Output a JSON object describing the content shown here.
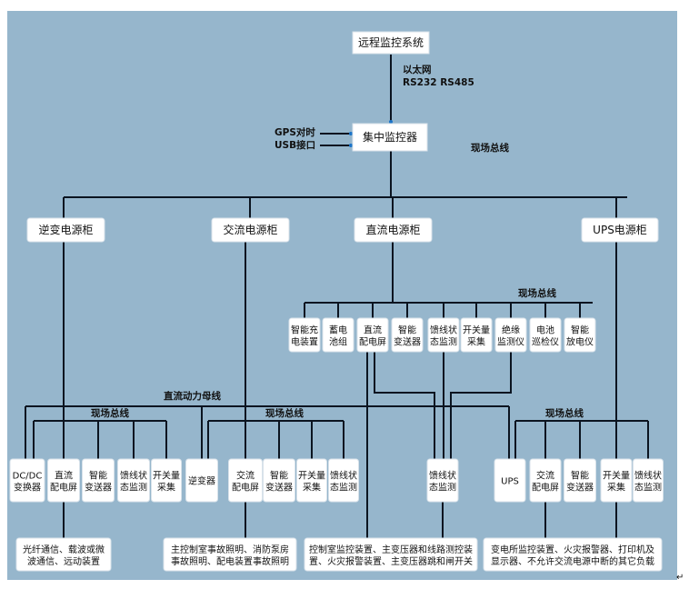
{
  "top": {
    "remote_system": "远程监控系统",
    "link_line1": "以太网",
    "link_line2": "RS232 RS485",
    "central_controller": "集中监控器",
    "gps": "GPS对时",
    "usb": "USB接口",
    "fieldbus_main": "现场总线"
  },
  "cabinets": [
    "逆变电源柜",
    "交流电源柜",
    "直流电源柜",
    "UPS电源柜"
  ],
  "dc_group": {
    "bus_label": "现场总线",
    "items": [
      [
        "智能充",
        "电装置"
      ],
      [
        "蓄电",
        "池组"
      ],
      [
        "直流",
        "配电屏"
      ],
      [
        "智能",
        "变送器"
      ],
      [
        "馈线状",
        "态监测"
      ],
      [
        "开关量",
        "采集"
      ],
      [
        "绝缘",
        "监测仪"
      ],
      [
        "电池",
        "巡检仪"
      ],
      [
        "智能",
        "放电仪"
      ]
    ]
  },
  "dc_power_bus": "直流动力母线",
  "lower": {
    "left_bus": "现场总线",
    "mid_bus": "现场总线",
    "right_bus": "现场总线",
    "items": [
      [
        "DC/DC",
        "变换器"
      ],
      [
        "直流",
        "配电屏"
      ],
      [
        "智能",
        "变送器"
      ],
      [
        "馈线状",
        "态监测"
      ],
      [
        "开关量",
        "采集"
      ],
      [
        "逆变器",
        ""
      ],
      [
        "交流",
        "配电屏"
      ],
      [
        "智能",
        "变送器"
      ],
      [
        "开关量",
        "采集"
      ],
      [
        "馈线状",
        "态监测"
      ],
      [
        "馈线状",
        "态监测"
      ],
      [
        "UPS",
        ""
      ],
      [
        "交流",
        "配电屏"
      ],
      [
        "智能",
        "变送器"
      ],
      [
        "开关量",
        "采集"
      ],
      [
        "馈线状",
        "态监测"
      ]
    ]
  },
  "loads": [
    [
      "光纤通信、载波或微",
      "波通信、远动装置"
    ],
    [
      "主控制室事故照明、消防泵房",
      "事故照明、配电装置事故照明"
    ],
    [
      "控制室监控装置、主变压器和线路测控装",
      "置、火灾报警装置、主变压器跳和闸开关"
    ],
    [
      "变电所监控装置、火灾报警器、打印机及",
      "显示器、不允许交流电源中断的其它负载"
    ]
  ],
  "colors": {
    "background": "#96b6cc",
    "line": "#0b1420",
    "arrow": "#1a73c8"
  }
}
